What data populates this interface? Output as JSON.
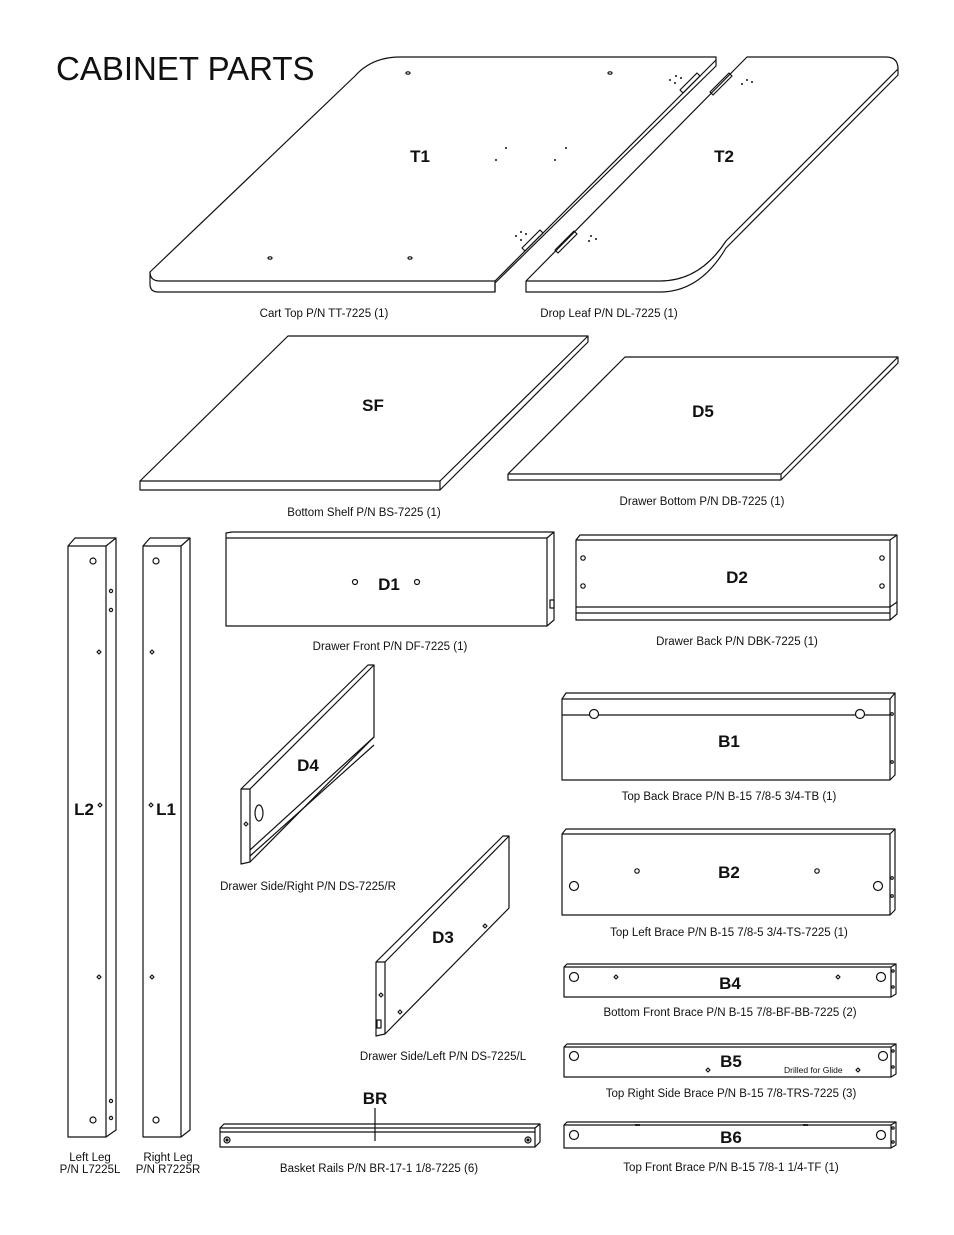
{
  "title": "CABINET PARTS",
  "parts": {
    "t1": {
      "label": "T1"
    },
    "t2": {
      "label": "T2"
    },
    "cart_top": {
      "caption": "Cart Top P/N TT-7225 (1)"
    },
    "drop_leaf": {
      "caption": "Drop Leaf P/N DL-7225 (1)"
    },
    "sf": {
      "label": "SF",
      "caption": "Bottom Shelf P/N BS-7225 (1)"
    },
    "d5": {
      "label": "D5",
      "caption": "Drawer Bottom P/N DB-7225 (1)"
    },
    "d1": {
      "label": "D1",
      "caption": "Drawer Front P/N DF-7225 (1)"
    },
    "d2": {
      "label": "D2",
      "caption": "Drawer Back P/N DBK-7225 (1)"
    },
    "l2": {
      "label": "L2",
      "caption_line1": "Left Leg",
      "caption_line2": "P/N L7225L"
    },
    "l1": {
      "label": "L1",
      "caption_line1": "Right Leg",
      "caption_line2": "P/N R7225R"
    },
    "d4": {
      "label": "D4",
      "caption": "Drawer Side/Right P/N DS-7225/R"
    },
    "d3": {
      "label": "D3",
      "caption": "Drawer Side/Left P/N DS-7225/L"
    },
    "b1": {
      "label": "B1",
      "caption": "Top Back Brace P/N B-15 7/8-5 3/4-TB (1)"
    },
    "b2": {
      "label": "B2",
      "caption": "Top Left Brace P/N B-15 7/8-5 3/4-TS-7225 (1)"
    },
    "b4": {
      "label": "B4",
      "caption": "Bottom Front Brace P/N B-15 7/8-BF-BB-7225 (2)"
    },
    "b5": {
      "label": "B5",
      "caption": "Top Right Side Brace P/N B-15 7/8-TRS-7225 (3)",
      "note": "Drilled for Glide"
    },
    "b6": {
      "label": "B6",
      "caption": "Top Front Brace P/N B-15 7/8-1 1/4-TF (1)"
    },
    "br": {
      "label": "BR",
      "caption": "Basket Rails P/N BR-17-1 1/8-7225 (6)"
    }
  }
}
